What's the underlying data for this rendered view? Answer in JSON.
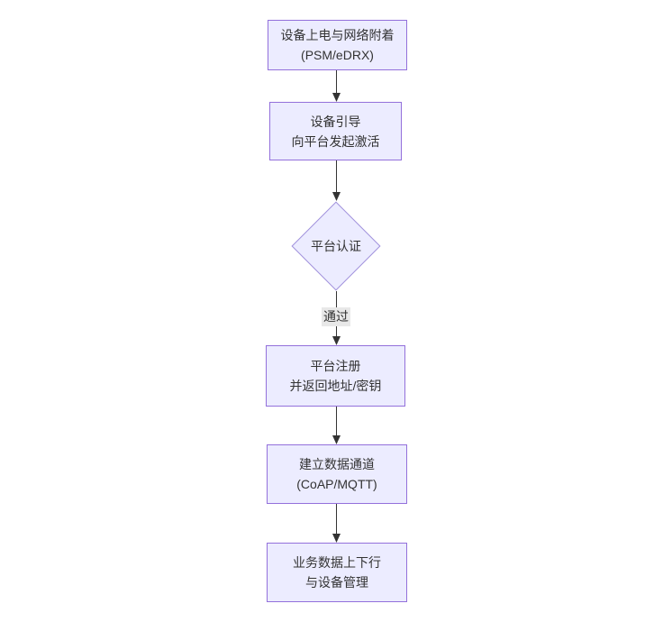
{
  "diagram": {
    "type": "flowchart",
    "direction": "top-down",
    "nodes": [
      {
        "shape": "rectangle",
        "lines": [
          "设备上电与网络附着",
          "(PSM/eDRX)"
        ]
      },
      {
        "shape": "rectangle",
        "lines": [
          "设备引导",
          "向平台发起激活"
        ]
      },
      {
        "shape": "diamond",
        "lines": [
          "平台认证"
        ]
      },
      {
        "shape": "rectangle",
        "lines": [
          "平台注册",
          "并返回地址/密钥"
        ]
      },
      {
        "shape": "rectangle",
        "lines": [
          "建立数据通道",
          "(CoAP/MQTT)"
        ]
      },
      {
        "shape": "rectangle",
        "lines": [
          "业务数据上下行",
          "与设备管理"
        ]
      }
    ],
    "edges": [
      {
        "from": 0,
        "to": 1,
        "label": ""
      },
      {
        "from": 1,
        "to": 2,
        "label": ""
      },
      {
        "from": 2,
        "to": 3,
        "label": "通过"
      },
      {
        "from": 3,
        "to": 4,
        "label": ""
      },
      {
        "from": 4,
        "to": 5,
        "label": ""
      }
    ],
    "colors": {
      "node_fill": "#ECECFF",
      "node_border": "#9370DB",
      "text": "#333333",
      "arrow": "#333333",
      "edge_label_bg": "#E8E8E8",
      "background": "#FFFFFF"
    }
  }
}
